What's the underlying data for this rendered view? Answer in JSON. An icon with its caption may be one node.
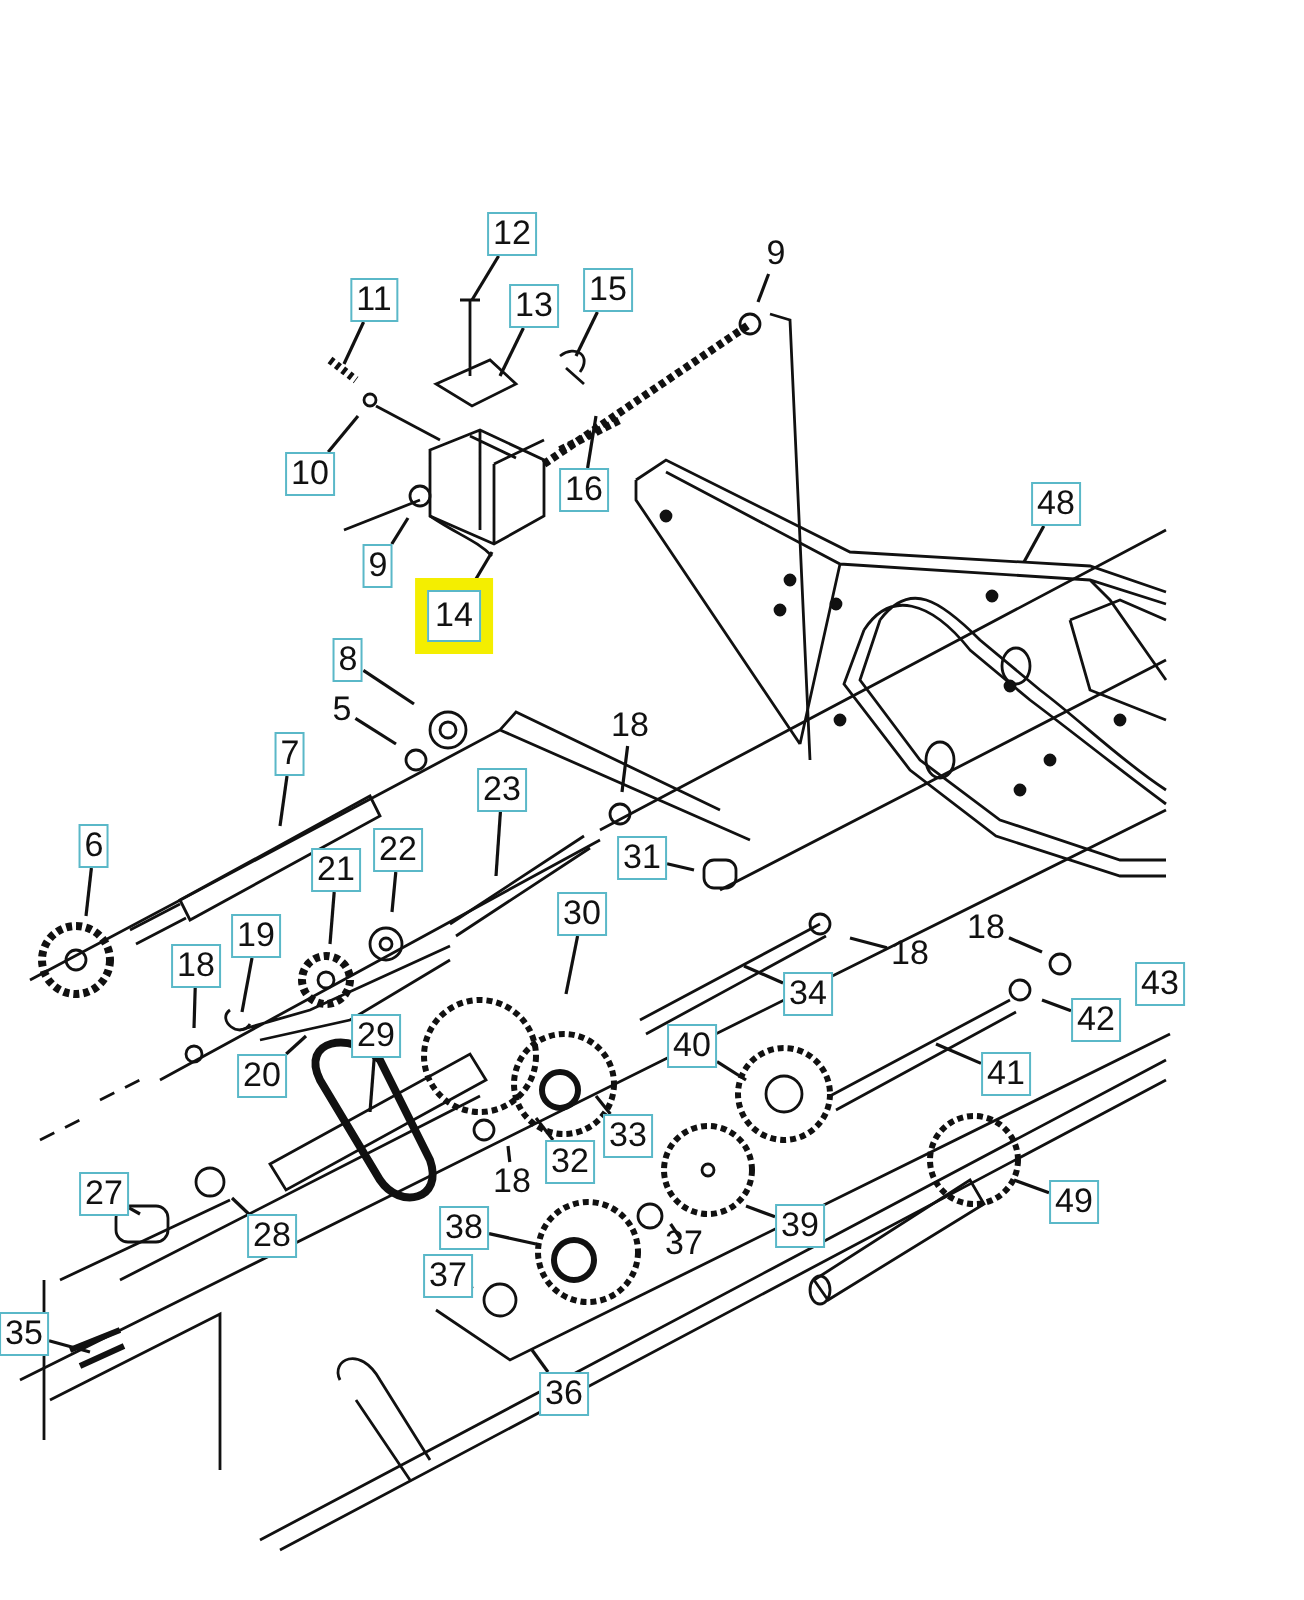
{
  "diagram": {
    "nodes": [
      {
        "text": [
          "12"
        ]
      },
      {
        "text": [
          "11"
        ]
      },
      {
        "text": [
          "13"
        ]
      },
      {
        "text": [
          "15"
        ]
      },
      {
        "text": [
          "9"
        ]
      },
      {
        "text": [
          "10"
        ]
      },
      {
        "text": [
          "16"
        ]
      },
      {
        "text": [
          "9"
        ]
      },
      {
        "text": [
          "14"
        ]
      },
      {
        "text": [
          "48"
        ]
      },
      {
        "text": [
          "8"
        ]
      },
      {
        "text": [
          "5"
        ]
      },
      {
        "text": [
          "7"
        ]
      },
      {
        "text": [
          "18"
        ]
      },
      {
        "text": [
          "23"
        ]
      },
      {
        "text": [
          "6"
        ]
      },
      {
        "text": [
          "31"
        ]
      },
      {
        "text": [
          "21"
        ]
      },
      {
        "text": [
          "22"
        ]
      },
      {
        "text": [
          "30"
        ]
      },
      {
        "text": [
          "18"
        ]
      },
      {
        "text": [
          "18"
        ]
      },
      {
        "text": [
          "19"
        ]
      },
      {
        "text": [
          "18"
        ]
      },
      {
        "text": [
          "34"
        ]
      },
      {
        "text": [
          "42"
        ]
      },
      {
        "text": [
          "43"
        ]
      },
      {
        "text": [
          "20"
        ]
      },
      {
        "text": [
          "29"
        ]
      },
      {
        "text": [
          "40"
        ]
      },
      {
        "text": [
          "41"
        ]
      },
      {
        "text": [
          "33"
        ]
      },
      {
        "text": [
          "32"
        ]
      },
      {
        "text": [
          "18"
        ]
      },
      {
        "text": [
          "27"
        ]
      },
      {
        "text": [
          "28"
        ]
      },
      {
        "text": [
          "38"
        ]
      },
      {
        "text": [
          "49"
        ]
      },
      {
        "text": [
          "39"
        ]
      },
      {
        "text": [
          "37"
        ]
      },
      {
        "text": [
          "37"
        ]
      },
      {
        "text": [
          "35"
        ]
      },
      {
        "text": [
          "36"
        ]
      }
    ],
    "edges": [
      {
        "from": 0,
        "to": null,
        "arrow": "none"
      },
      {
        "from": 1,
        "to": null,
        "arrow": "none"
      },
      {
        "from": 2,
        "to": null,
        "arrow": "none"
      },
      {
        "from": 3,
        "to": null,
        "arrow": "none"
      },
      {
        "from": 4,
        "to": null,
        "arrow": "none"
      },
      {
        "from": 5,
        "to": null,
        "arrow": "none"
      },
      {
        "from": 6,
        "to": null,
        "arrow": "none"
      },
      {
        "from": 7,
        "to": null,
        "arrow": "none"
      },
      {
        "from": 8,
        "to": null,
        "arrow": "none"
      },
      {
        "from": 9,
        "to": null,
        "arrow": "none"
      },
      {
        "from": 10,
        "to": null,
        "arrow": "none"
      },
      {
        "from": 11,
        "to": null,
        "arrow": "none"
      },
      {
        "from": 12,
        "to": null,
        "arrow": "none"
      },
      {
        "from": 13,
        "to": null,
        "arrow": "none"
      },
      {
        "from": 14,
        "to": null,
        "arrow": "none"
      },
      {
        "from": 15,
        "to": null,
        "arrow": "none"
      },
      {
        "from": 16,
        "to": null,
        "arrow": "none"
      },
      {
        "from": 17,
        "to": null,
        "arrow": "none"
      },
      {
        "from": 18,
        "to": null,
        "arrow": "none"
      },
      {
        "from": 19,
        "to": null,
        "arrow": "none"
      },
      {
        "from": 20,
        "to": null,
        "arrow": "none"
      },
      {
        "from": 21,
        "to": null,
        "arrow": "none"
      },
      {
        "from": 22,
        "to": null,
        "arrow": "none"
      },
      {
        "from": 23,
        "to": null,
        "arrow": "none"
      },
      {
        "from": 24,
        "to": null,
        "arrow": "none"
      },
      {
        "from": 25,
        "to": null,
        "arrow": "none"
      },
      {
        "from": 27,
        "to": null,
        "arrow": "none"
      },
      {
        "from": 28,
        "to": null,
        "arrow": "none"
      },
      {
        "from": 29,
        "to": null,
        "arrow": "none"
      },
      {
        "from": 30,
        "to": null,
        "arrow": "none"
      },
      {
        "from": 31,
        "to": null,
        "arrow": "none"
      },
      {
        "from": 32,
        "to": null,
        "arrow": "none"
      },
      {
        "from": 33,
        "to": null,
        "arrow": "none"
      },
      {
        "from": 34,
        "to": null,
        "arrow": "none"
      },
      {
        "from": 35,
        "to": null,
        "arrow": "none"
      },
      {
        "from": 36,
        "to": null,
        "arrow": "none"
      },
      {
        "from": 37,
        "to": null,
        "arrow": "none"
      },
      {
        "from": 38,
        "to": null,
        "arrow": "none"
      },
      {
        "from": 39,
        "to": null,
        "arrow": "none"
      },
      {
        "from": 40,
        "to": null,
        "arrow": "none"
      },
      {
        "from": 41,
        "to": null,
        "arrow": "none"
      },
      {
        "from": 42,
        "to": null,
        "arrow": "none"
      }
    ]
  }
}
